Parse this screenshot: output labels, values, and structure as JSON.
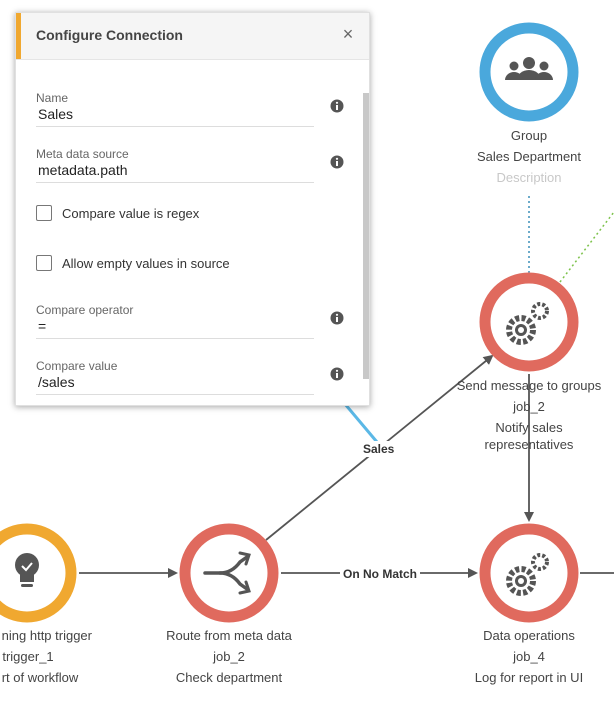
{
  "dialog": {
    "title": "Configure Connection",
    "close_icon": "×",
    "fields": [
      {
        "label": "Name",
        "value": "Sales"
      },
      {
        "label": "Meta data source",
        "value": "metadata.path"
      },
      {
        "label": "Compare operator",
        "value": "="
      },
      {
        "label": "Compare value",
        "value": "/sales"
      }
    ],
    "checkboxes": [
      {
        "label": "Compare value is regex",
        "checked": false
      },
      {
        "label": "Allow empty values in source",
        "checked": false
      }
    ]
  },
  "nodes": {
    "group": {
      "type": "Group",
      "name": "Sales Department",
      "description": "Description",
      "icon": "group-icon",
      "color": "#4aa8dc"
    },
    "send_message": {
      "type": "Send message to groups",
      "name": "job_2",
      "description_line1": "Notify sales",
      "description_line2": "representatives",
      "icon": "gears-icon",
      "color": "#e06a5e"
    },
    "trigger": {
      "type_partial": "ning http trigger",
      "name_partial": "trigger_1",
      "description_partial": "rt of workflow",
      "icon": "lightbulb-icon",
      "color": "#f0a830"
    },
    "route": {
      "type": "Route from meta data",
      "name": "job_2",
      "description": "Check department",
      "icon": "split-icon",
      "color": "#e06a5e"
    },
    "data_ops": {
      "type": "Data operations",
      "name": "job_4",
      "description": "Log for report in UI",
      "icon": "gears-icon",
      "color": "#e06a5e"
    }
  },
  "edges": {
    "sales_label": "Sales",
    "no_match_label": "On No Match"
  }
}
